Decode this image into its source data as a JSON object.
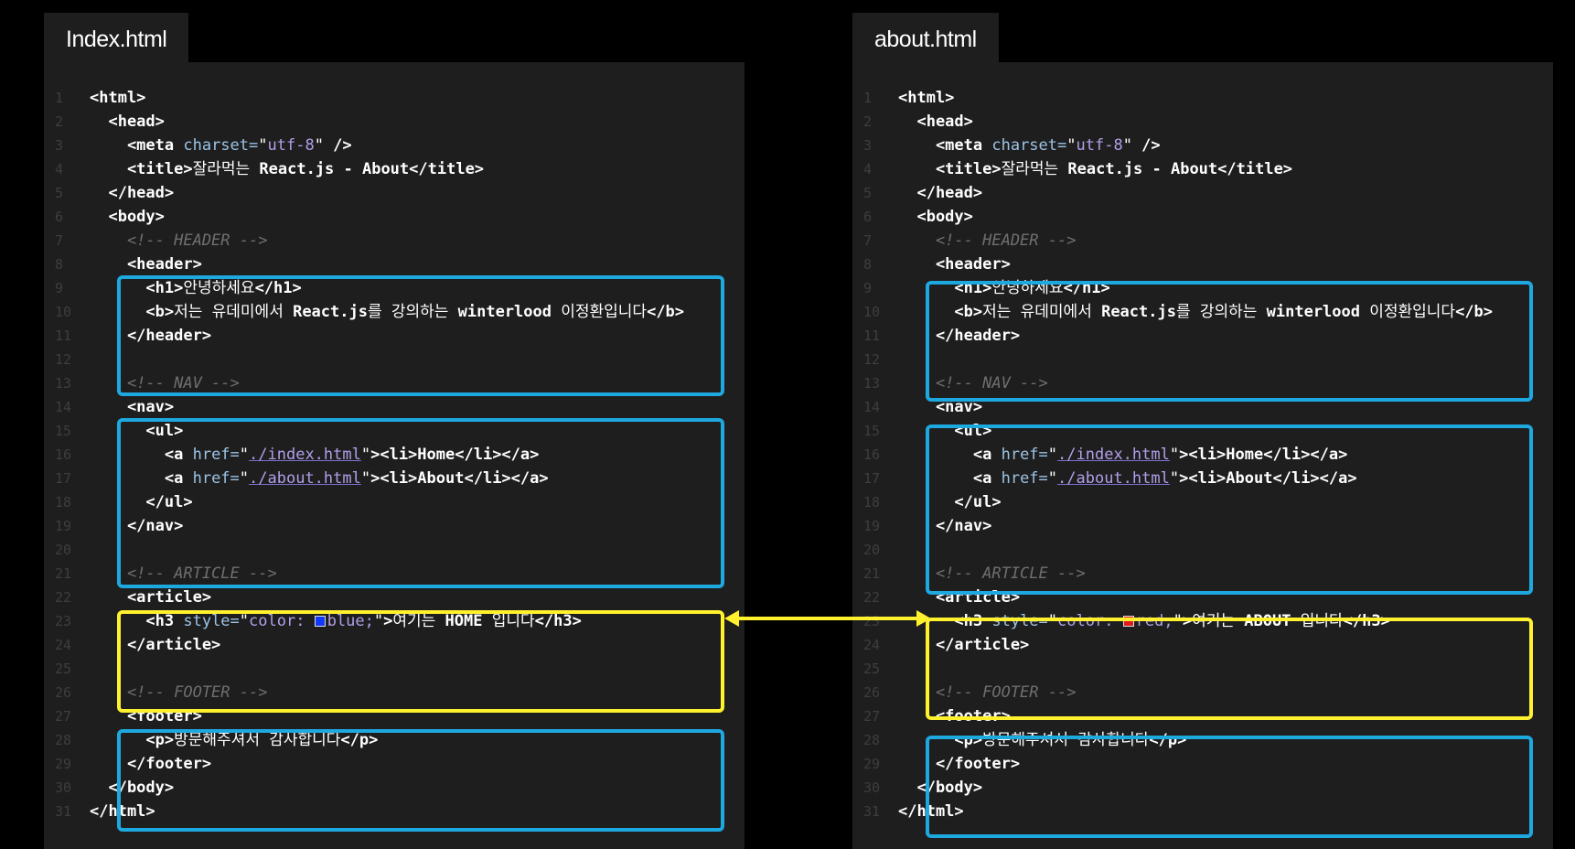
{
  "colors": {
    "blue_box": "#1ea8e0",
    "yellow_box": "#fff12e",
    "blue_swatch": "#1238ff",
    "red_swatch": "#e01b1b"
  },
  "panels": [
    {
      "tab": "Index.html",
      "lines": [
        [
          [
            "tag",
            "<html>"
          ]
        ],
        [
          [
            "tag",
            "  <head>"
          ]
        ],
        [
          [
            "tag",
            "    <meta "
          ],
          [
            "attr",
            "charset="
          ],
          [
            "txt",
            "\""
          ],
          [
            "str",
            "utf-8"
          ],
          [
            "txt",
            "\""
          ],
          [
            "tag",
            " />"
          ]
        ],
        [
          [
            "tag",
            "    <title>"
          ],
          [
            "txt",
            "잘라먹는 "
          ],
          [
            "bold",
            "React.js - About"
          ],
          [
            "tag",
            "</title>"
          ]
        ],
        [
          [
            "tag",
            "  </head>"
          ]
        ],
        [
          [
            "tag",
            "  <body>"
          ]
        ],
        [
          [
            "comment",
            "    <!-- HEADER -->"
          ]
        ],
        [
          [
            "tag",
            "    <header>"
          ]
        ],
        [
          [
            "tag",
            "      <h1>"
          ],
          [
            "txt",
            "안녕하세요"
          ],
          [
            "tag",
            "</h1>"
          ]
        ],
        [
          [
            "tag",
            "      <b>"
          ],
          [
            "txt",
            "저는 유데미에서 "
          ],
          [
            "bold",
            "React.js"
          ],
          [
            "txt",
            "를 강의하는 "
          ],
          [
            "bold",
            "winterlood"
          ],
          [
            "txt",
            " 이정환입니다"
          ],
          [
            "tag",
            "</b>"
          ]
        ],
        [
          [
            "tag",
            "    </header>"
          ]
        ],
        [],
        [
          [
            "comment",
            "    <!-- NAV -->"
          ]
        ],
        [
          [
            "tag",
            "    <nav>"
          ]
        ],
        [
          [
            "tag",
            "      <ul>"
          ]
        ],
        [
          [
            "tag",
            "        <a "
          ],
          [
            "attr",
            "href="
          ],
          [
            "txt",
            "\""
          ],
          [
            "link",
            "./index.html"
          ],
          [
            "txt",
            "\""
          ],
          [
            "tag",
            "><li>"
          ],
          [
            "bold",
            "Home"
          ],
          [
            "tag",
            "</li></a>"
          ]
        ],
        [
          [
            "tag",
            "        <a "
          ],
          [
            "attr",
            "href="
          ],
          [
            "txt",
            "\""
          ],
          [
            "link",
            "./about.html"
          ],
          [
            "txt",
            "\""
          ],
          [
            "tag",
            "><li>"
          ],
          [
            "bold",
            "About"
          ],
          [
            "tag",
            "</li></a>"
          ]
        ],
        [
          [
            "tag",
            "      </ul>"
          ]
        ],
        [
          [
            "tag",
            "    </nav>"
          ]
        ],
        [],
        [
          [
            "comment",
            "    <!-- ARTICLE -->"
          ]
        ],
        [
          [
            "tag",
            "    <article>"
          ]
        ],
        [
          [
            "tag",
            "      <h3 "
          ],
          [
            "attr",
            "style="
          ],
          [
            "txt",
            "\""
          ],
          [
            "str",
            "color: "
          ],
          [
            "swatch",
            "blue"
          ],
          [
            "str",
            "blue;"
          ],
          [
            "txt",
            "\""
          ],
          [
            "tag",
            ">"
          ],
          [
            "txt",
            "여기는 "
          ],
          [
            "bold",
            "HOME"
          ],
          [
            "txt",
            " 입니다"
          ],
          [
            "tag",
            "</h3>"
          ]
        ],
        [
          [
            "tag",
            "    </article>"
          ]
        ],
        [],
        [
          [
            "comment",
            "    <!-- FOOTER -->"
          ]
        ],
        [
          [
            "tag",
            "    <footer>"
          ]
        ],
        [
          [
            "tag",
            "      <p>"
          ],
          [
            "txt",
            "방문해주셔서 감사합니다"
          ],
          [
            "tag",
            "</p>"
          ]
        ],
        [
          [
            "tag",
            "    </footer>"
          ]
        ],
        [
          [
            "tag",
            "  </body>"
          ]
        ],
        [
          [
            "tag",
            "</html>"
          ]
        ]
      ]
    },
    {
      "tab": "about.html",
      "lines": [
        [
          [
            "tag",
            "<html>"
          ]
        ],
        [
          [
            "tag",
            "  <head>"
          ]
        ],
        [
          [
            "tag",
            "    <meta "
          ],
          [
            "attr",
            "charset="
          ],
          [
            "txt",
            "\""
          ],
          [
            "str",
            "utf-8"
          ],
          [
            "txt",
            "\""
          ],
          [
            "tag",
            " />"
          ]
        ],
        [
          [
            "tag",
            "    <title>"
          ],
          [
            "txt",
            "잘라먹는 "
          ],
          [
            "bold",
            "React.js - About"
          ],
          [
            "tag",
            "</title>"
          ]
        ],
        [
          [
            "tag",
            "  </head>"
          ]
        ],
        [
          [
            "tag",
            "  <body>"
          ]
        ],
        [
          [
            "comment",
            "    <!-- HEADER -->"
          ]
        ],
        [
          [
            "tag",
            "    <header>"
          ]
        ],
        [
          [
            "tag",
            "      <h1>"
          ],
          [
            "txt",
            "안녕하세요"
          ],
          [
            "tag",
            "</h1>"
          ]
        ],
        [
          [
            "tag",
            "      <b>"
          ],
          [
            "txt",
            "저는 유데미에서 "
          ],
          [
            "bold",
            "React.js"
          ],
          [
            "txt",
            "를 강의하는 "
          ],
          [
            "bold",
            "winterlood"
          ],
          [
            "txt",
            " 이정환입니다"
          ],
          [
            "tag",
            "</b>"
          ]
        ],
        [
          [
            "tag",
            "    </header>"
          ]
        ],
        [],
        [
          [
            "comment",
            "    <!-- NAV -->"
          ]
        ],
        [
          [
            "tag",
            "    <nav>"
          ]
        ],
        [
          [
            "tag",
            "      <ul>"
          ]
        ],
        [
          [
            "tag",
            "        <a "
          ],
          [
            "attr",
            "href="
          ],
          [
            "txt",
            "\""
          ],
          [
            "link",
            "./index.html"
          ],
          [
            "txt",
            "\""
          ],
          [
            "tag",
            "><li>"
          ],
          [
            "bold",
            "Home"
          ],
          [
            "tag",
            "</li></a>"
          ]
        ],
        [
          [
            "tag",
            "        <a "
          ],
          [
            "attr",
            "href="
          ],
          [
            "txt",
            "\""
          ],
          [
            "link",
            "./about.html"
          ],
          [
            "txt",
            "\""
          ],
          [
            "tag",
            "><li>"
          ],
          [
            "bold",
            "About"
          ],
          [
            "tag",
            "</li></a>"
          ]
        ],
        [
          [
            "tag",
            "      </ul>"
          ]
        ],
        [
          [
            "tag",
            "    </nav>"
          ]
        ],
        [],
        [
          [
            "comment",
            "    <!-- ARTICLE -->"
          ]
        ],
        [
          [
            "tag",
            "    <article>"
          ]
        ],
        [
          [
            "tag",
            "      <h3 "
          ],
          [
            "attr",
            "style="
          ],
          [
            "txt",
            "\""
          ],
          [
            "str",
            "color: "
          ],
          [
            "swatch",
            "red"
          ],
          [
            "str",
            "red;"
          ],
          [
            "txt",
            "\""
          ],
          [
            "tag",
            ">"
          ],
          [
            "txt",
            "여기는 "
          ],
          [
            "bold",
            "ABOUT"
          ],
          [
            "txt",
            " 입니다"
          ],
          [
            "tag",
            "</h3>"
          ]
        ],
        [
          [
            "tag",
            "    </article>"
          ]
        ],
        [],
        [
          [
            "comment",
            "    <!-- FOOTER -->"
          ]
        ],
        [
          [
            "tag",
            "    <footer>"
          ]
        ],
        [
          [
            "tag",
            "      <p>"
          ],
          [
            "txt",
            "방문해주셔서 감사합니다"
          ],
          [
            "tag",
            "</p>"
          ]
        ],
        [
          [
            "tag",
            "    </footer>"
          ]
        ],
        [
          [
            "tag",
            "  </body>"
          ]
        ],
        [
          [
            "tag",
            "</html>"
          ]
        ]
      ]
    }
  ]
}
